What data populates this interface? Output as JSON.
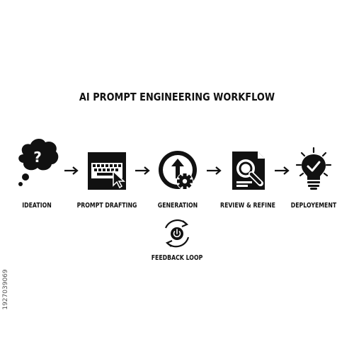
{
  "title": "AI PROMPT ENGINEERING WORKFLOW",
  "steps": [
    {
      "label": "IDEATION",
      "icon": "thought-bubble-question-icon"
    },
    {
      "label": "PROMPT DRAFTING",
      "icon": "keyboard-cursor-icon"
    },
    {
      "label": "GENERATION",
      "icon": "upload-gear-icon"
    },
    {
      "label": "REVIEW & REFINE",
      "icon": "document-magnifier-icon"
    },
    {
      "label": "DEPLOYEMENT",
      "icon": "lightbulb-check-icon"
    }
  ],
  "feedback": {
    "label": "FEEDBACK LOOP",
    "icon": "cycle-power-icon"
  },
  "stock_id": "1927039069",
  "colors": {
    "ink": "#111111",
    "background": "#ffffff"
  }
}
